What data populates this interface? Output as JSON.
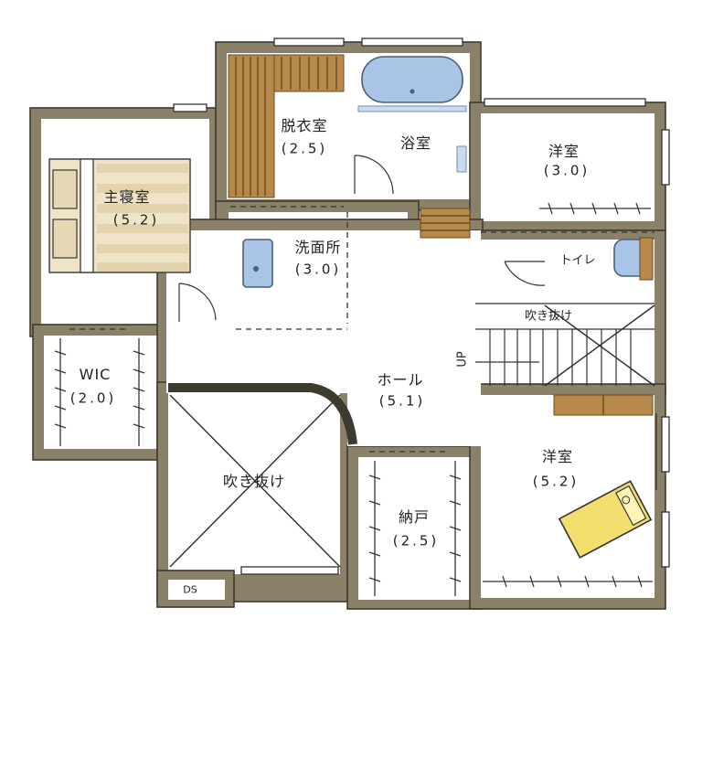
{
  "rooms": {
    "master_bedroom": {
      "name": "主寝室",
      "size": "(5.2)"
    },
    "dressing": {
      "name": "脱衣室",
      "size": "(2.5)"
    },
    "bath": {
      "name": "浴室"
    },
    "western_north": {
      "name": "洋室",
      "size": "(3.0)"
    },
    "washroom": {
      "name": "洗面所",
      "size": "(3.0)"
    },
    "toilet": {
      "name": "トイレ"
    },
    "void_stair": {
      "name": "吹き抜け"
    },
    "wic": {
      "name": "WIC",
      "size": "(2.0)"
    },
    "hall": {
      "name": "ホール",
      "size": "(5.1)"
    },
    "stair_mark": {
      "name": "UP"
    },
    "western_south": {
      "name": "洋室",
      "size": "(5.2)"
    },
    "void_main": {
      "name": "吹き抜け"
    },
    "storage": {
      "name": "納戸",
      "size": "(2.5)"
    },
    "ds": {
      "name": "DS"
    }
  },
  "colors": {
    "wall": "#8b8168",
    "wood": "#b78a4b",
    "fixture": "#a9c4e6",
    "bed": "#efe4c8",
    "yellow_bed": "#f3df6d"
  }
}
